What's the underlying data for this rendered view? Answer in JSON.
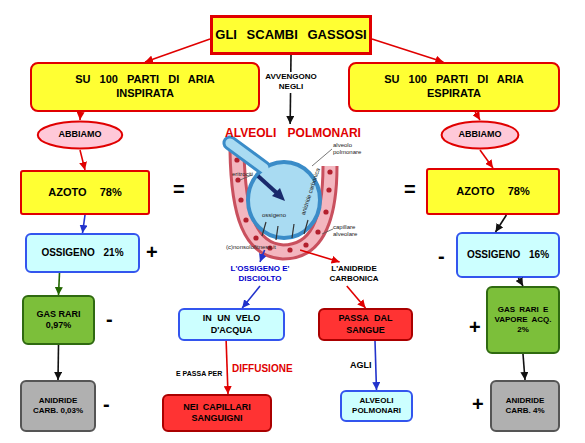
{
  "diagram": {
    "nodes": [
      {
        "text": [
          "GLI SCAMBI GASSOSI"
        ]
      },
      {
        "text": [
          "SU 100 PARTI DI ARIA INSPIRATA"
        ]
      },
      {
        "text": [
          "SU 100 PARTI DI ARIA ESPIRATA"
        ]
      },
      {
        "text": [
          "ALVEOLI POLMONARI"
        ]
      },
      {
        "text": [
          "ABBIAMO"
        ]
      },
      {
        "text": [
          "ABBIAMO"
        ]
      },
      {
        "text": [
          "AZOTO 78%"
        ]
      },
      {
        "text": [
          "AZOTO 78%"
        ]
      },
      {
        "text": [
          "OSSIGENO 21%"
        ]
      },
      {
        "text": [
          "OSSIGENO 16%"
        ]
      },
      {
        "text": [
          "L'OSSIGENO E' DISCIOLTO"
        ]
      },
      {
        "text": [
          "L'ANIDRIDE CARBONICA"
        ]
      },
      {
        "text": [
          "GAS RARI 0,97%"
        ]
      },
      {
        "text": [
          "IN UN VELO D'ACQUA"
        ]
      },
      {
        "text": [
          "PASSA DAL SANGUE"
        ]
      },
      {
        "text": [
          "GAS RARI E VAPORE ACQ. 2%"
        ]
      },
      {
        "text": [
          "NEI CAPILLARI SANGUIGNI"
        ]
      },
      {
        "text": [
          "ALVEOLI POLMONARI"
        ]
      },
      {
        "text": [
          "ANIDRIDE CARB. 0,03%"
        ]
      },
      {
        "text": [
          "ANIDRIDE CARB. 4%"
        ]
      }
    ],
    "edges": [
      {
        "from": 0,
        "to": 1,
        "arrow": "to"
      },
      {
        "from": 0,
        "to": 2,
        "arrow": "to"
      },
      {
        "from": 0,
        "to": 3,
        "label": "AVVENGONO NEGLI",
        "arrow": "to"
      },
      {
        "from": 1,
        "to": 4,
        "arrow": "to"
      },
      {
        "from": 2,
        "to": 5,
        "arrow": "to"
      },
      {
        "from": 4,
        "to": 6,
        "arrow": "to"
      },
      {
        "from": 5,
        "to": 7,
        "arrow": "to"
      },
      {
        "from": 6,
        "to": 8,
        "arrow": "to"
      },
      {
        "from": 7,
        "to": 9,
        "arrow": "to"
      },
      {
        "from": 3,
        "to": 10,
        "arrow": "to"
      },
      {
        "from": 3,
        "to": 11,
        "arrow": "to"
      },
      {
        "from": 8,
        "to": 12,
        "arrow": "to"
      },
      {
        "from": 9,
        "to": 15,
        "arrow": "to"
      },
      {
        "from": 10,
        "to": 13,
        "arrow": "to"
      },
      {
        "from": 11,
        "to": 14,
        "arrow": "to"
      },
      {
        "from": 13,
        "to": 16,
        "label": "DIFFUSIONE",
        "arrow": "to"
      },
      {
        "from": 14,
        "to": 17,
        "label": "AGLI",
        "arrow": "to"
      },
      {
        "from": 12,
        "to": 18,
        "arrow": "to"
      },
      {
        "from": 15,
        "to": 19,
        "arrow": "to"
      }
    ],
    "labels": [
      "alveolo polmonare",
      "eritrociti",
      "ossigeno",
      "anidride carbonica",
      "capillare alveolare",
      "(c)nonsolofitness.it",
      "=",
      "=",
      "+",
      "-",
      "-",
      "+",
      "E PASSA PER",
      "-",
      "+"
    ]
  }
}
